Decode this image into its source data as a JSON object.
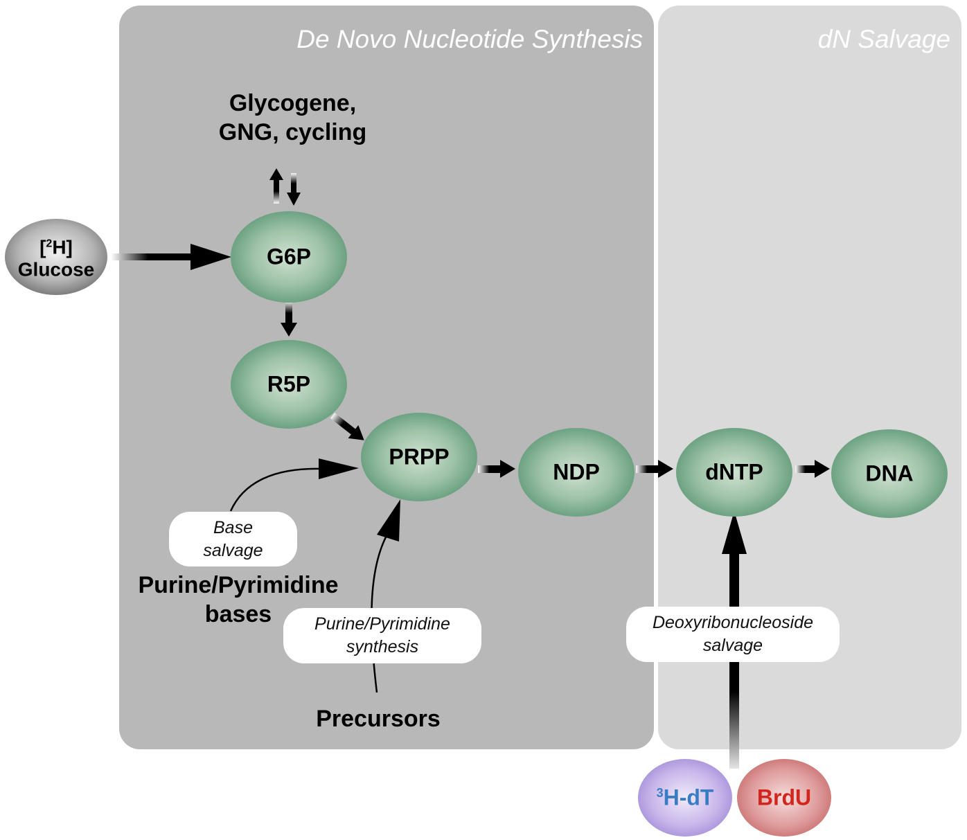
{
  "panels": {
    "denovo_title": "De Novo Nucleotide Synthesis",
    "salvage_title": "dN Salvage"
  },
  "labels": {
    "glycogene_line1": "Glycogene,",
    "glycogene_line2": "GNG, cycling",
    "purine_bases_line1": "Purine/Pyrimidine",
    "purine_bases_line2": "bases",
    "precursors": "Precursors"
  },
  "pills": {
    "base_salvage_line1": "Base",
    "base_salvage_line2": "salvage",
    "purine_synthesis_line1": "Purine/Pyrimidine",
    "purine_synthesis_line2": "synthesis",
    "deoxy_salvage_line1": "Deoxyribonucleoside",
    "deoxy_salvage_line2": "salvage"
  },
  "nodes": {
    "glucose_sup": "2",
    "glucose_bracket_open": "[",
    "glucose_bracket_rest": "H]",
    "glucose_name": "Glucose",
    "g6p": "G6P",
    "r5p": "R5P",
    "prpp": "PRPP",
    "ndp": "NDP",
    "dntp": "dNTP",
    "dna": "DNA",
    "hdt_sup": "3",
    "hdt_name": "H-dT",
    "brdu": "BrdU"
  },
  "colors": {
    "node_green_center": "#c8dcca",
    "node_green_edge": "#5f9a78",
    "hdt_color": "#3a7cc4",
    "brdu_color": "#d0261e",
    "panel_dark": "#b7b8b7",
    "panel_light": "#d9dad9"
  }
}
